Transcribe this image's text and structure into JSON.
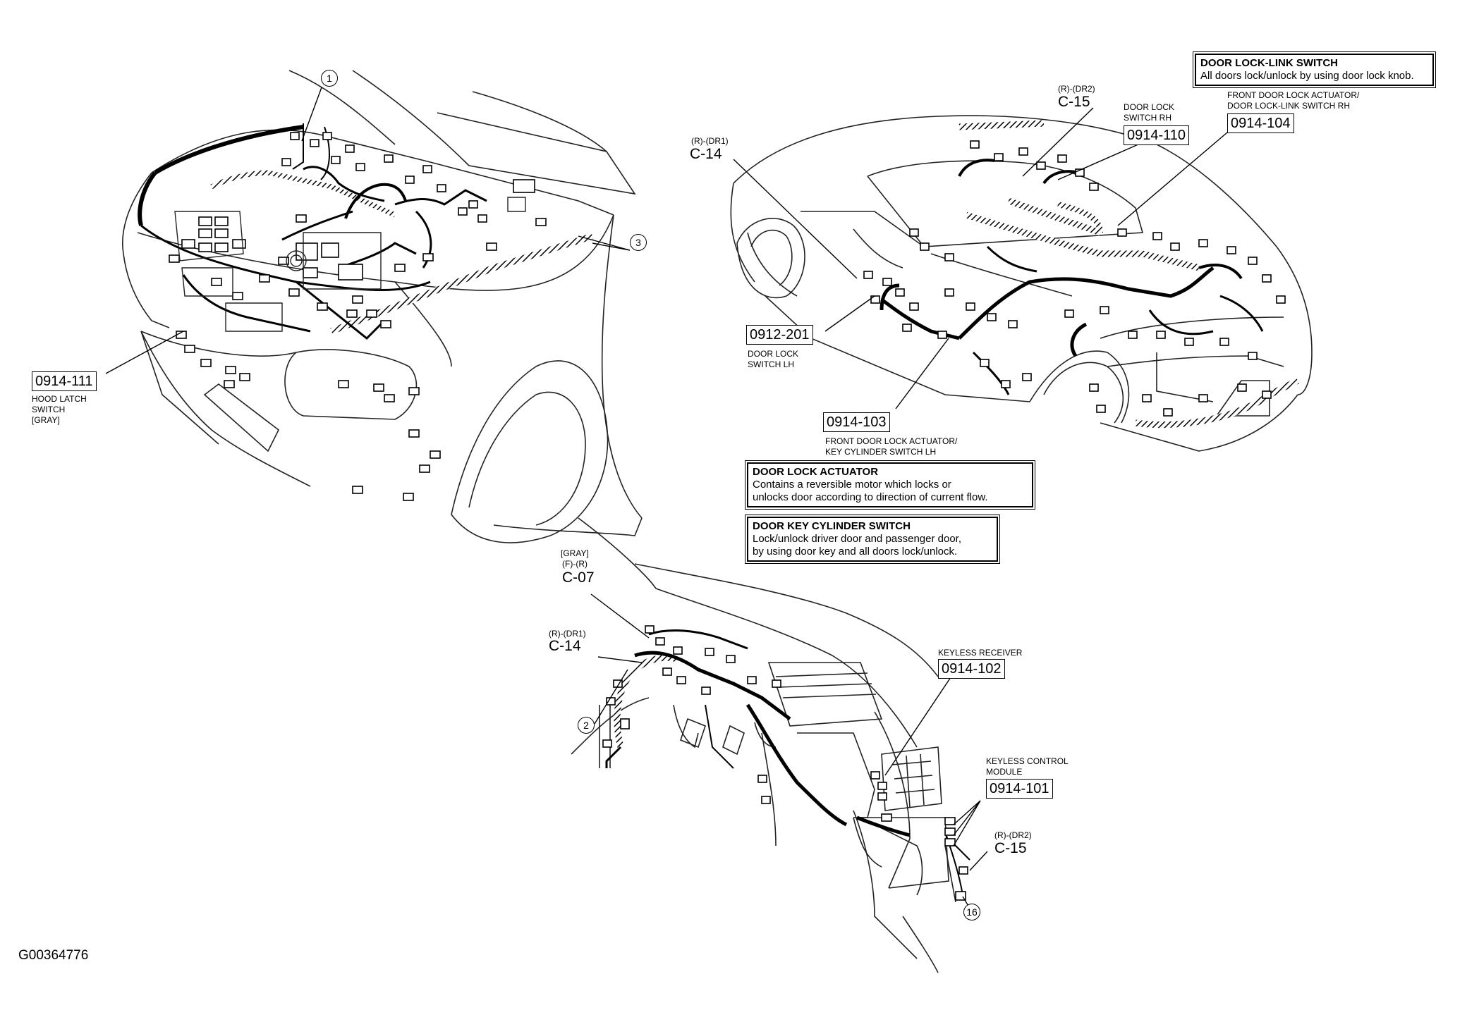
{
  "figure_id": "G00364776",
  "callouts": {
    "c1": "1",
    "c2": "2",
    "c3": "3",
    "c16": "16"
  },
  "hood_latch": {
    "code": "0914-111",
    "l1": "HOOD LATCH",
    "l2": "SWITCH",
    "l3": "[GRAY]"
  },
  "conn_c14_top": {
    "sub": "(R)-(DR1)",
    "code": "C-14"
  },
  "conn_c15_top": {
    "sub": "(R)-(DR2)",
    "code": "C-15"
  },
  "door_lock_switch_rh": {
    "l1": "DOOR LOCK",
    "l2": "SWITCH RH",
    "code": "0914-110"
  },
  "front_door_actuator_rh": {
    "l1": "FRONT DOOR LOCK ACTUATOR/",
    "l2": "DOOR LOCK-LINK SWITCH RH",
    "code": "0914-104"
  },
  "door_lock_switch_lh": {
    "code": "0912-201",
    "l1": "DOOR LOCK",
    "l2": "SWITCH LH"
  },
  "front_door_actuator_lh": {
    "code": "0914-103",
    "l1": "FRONT DOOR LOCK ACTUATOR/",
    "l2": "KEY CYLINDER SWITCH LH"
  },
  "notes": {
    "link_switch": {
      "title": "DOOR LOCK-LINK SWITCH",
      "line1": "All doors lock/unlock by using door lock knob."
    },
    "actuator": {
      "title": "DOOR LOCK ACTUATOR",
      "line1": "Contains a reversible motor which locks or",
      "line2": "unlocks door according to direction of current flow."
    },
    "key_cylinder": {
      "title": "DOOR KEY CYLINDER SWITCH",
      "line1": "Lock/unlock driver door and passenger door,",
      "line2": "by using door key and all doors lock/unlock."
    }
  },
  "conn_c07": {
    "l1": "[GRAY]",
    "l2": "(F)-(R)",
    "code": "C-07"
  },
  "conn_c14_bottom": {
    "sub": "(R)-(DR1)",
    "code": "C-14"
  },
  "keyless_receiver": {
    "l1": "KEYLESS RECEIVER",
    "code": "0914-102"
  },
  "keyless_module": {
    "l1": "KEYLESS CONTROL",
    "l2": "MODULE",
    "code": "0914-101"
  },
  "conn_c15_bottom": {
    "sub": "(R)-(DR2)",
    "code": "C-15"
  }
}
